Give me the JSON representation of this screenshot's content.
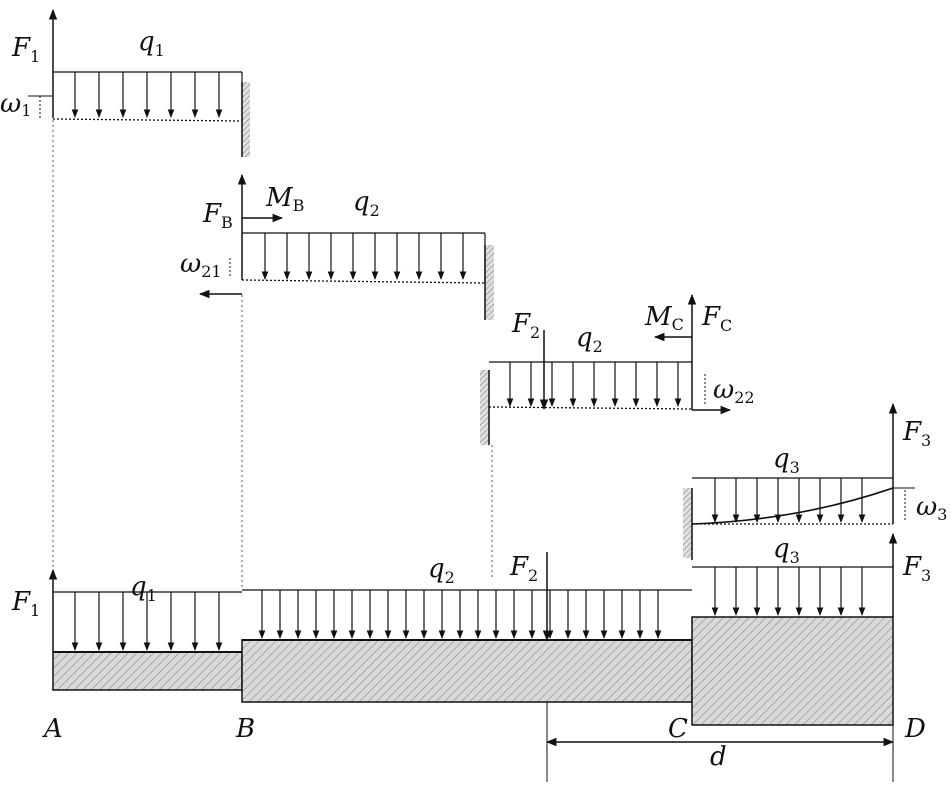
{
  "labels": {
    "F1": "F",
    "F1_sub": "1",
    "q1": "q",
    "q1_sub": "1",
    "w1": "ω",
    "w1_sub": "1",
    "FB": "F",
    "FB_sub": "B",
    "MB": "M",
    "MB_sub": "B",
    "q2": "q",
    "q2_sub": "2",
    "w21": "ω",
    "w21_sub": "21",
    "F2": "F",
    "F2_sub": "2",
    "MC": "M",
    "MC_sub": "C",
    "FC": "F",
    "FC_sub": "C",
    "w22": "ω",
    "w22_sub": "22",
    "F3": "F",
    "F3_sub": "3",
    "q3": "q",
    "q3_sub": "3",
    "w3": "ω",
    "w3_sub": "3",
    "d": "d"
  },
  "points": {
    "A": "A",
    "B": "B",
    "C": "C",
    "D": "D"
  },
  "colors": {
    "line": "#111111",
    "hatch": "#888888",
    "fill": "#d9d9d9"
  }
}
